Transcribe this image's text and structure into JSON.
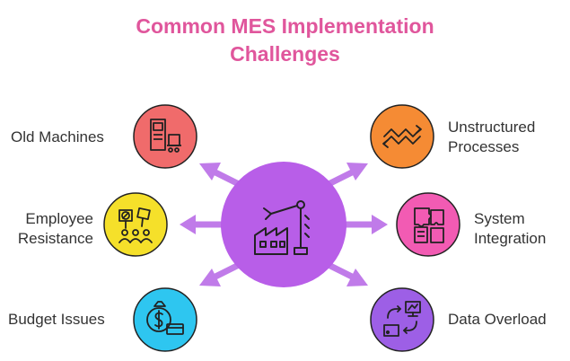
{
  "title": {
    "line1": "Common MES Implementation",
    "line2": "Challenges"
  },
  "colors": {
    "title": "#e0569c",
    "center": "#b85ee8",
    "arrow": "#c07be9",
    "old_machines": "#f06b6b",
    "unstructured_processes": "#f58b34",
    "employee_resistance": "#f5e02a",
    "system_integration": "#f25bb3",
    "budget_issues": "#2ec6f0",
    "data_overload": "#9d5fe6",
    "outline": "#222222"
  },
  "challenges": {
    "old_machines": {
      "label": "Old Machines",
      "icon": "old-machine-icon"
    },
    "unstructured_processes": {
      "line1": "Unstructured",
      "line2": "Processes",
      "icon": "chaotic-arrows-icon"
    },
    "employee_resistance": {
      "line1": "Employee",
      "line2": "Resistance",
      "icon": "protest-people-icon"
    },
    "system_integration": {
      "line1": "System",
      "line2": "Integration",
      "icon": "puzzle-pieces-icon"
    },
    "budget_issues": {
      "label": "Budget Issues",
      "icon": "money-bag-icon"
    },
    "data_overload": {
      "label": "Data Overload",
      "icon": "data-transfer-icon"
    }
  },
  "center": {
    "icon": "factory-robot-arm-icon"
  }
}
